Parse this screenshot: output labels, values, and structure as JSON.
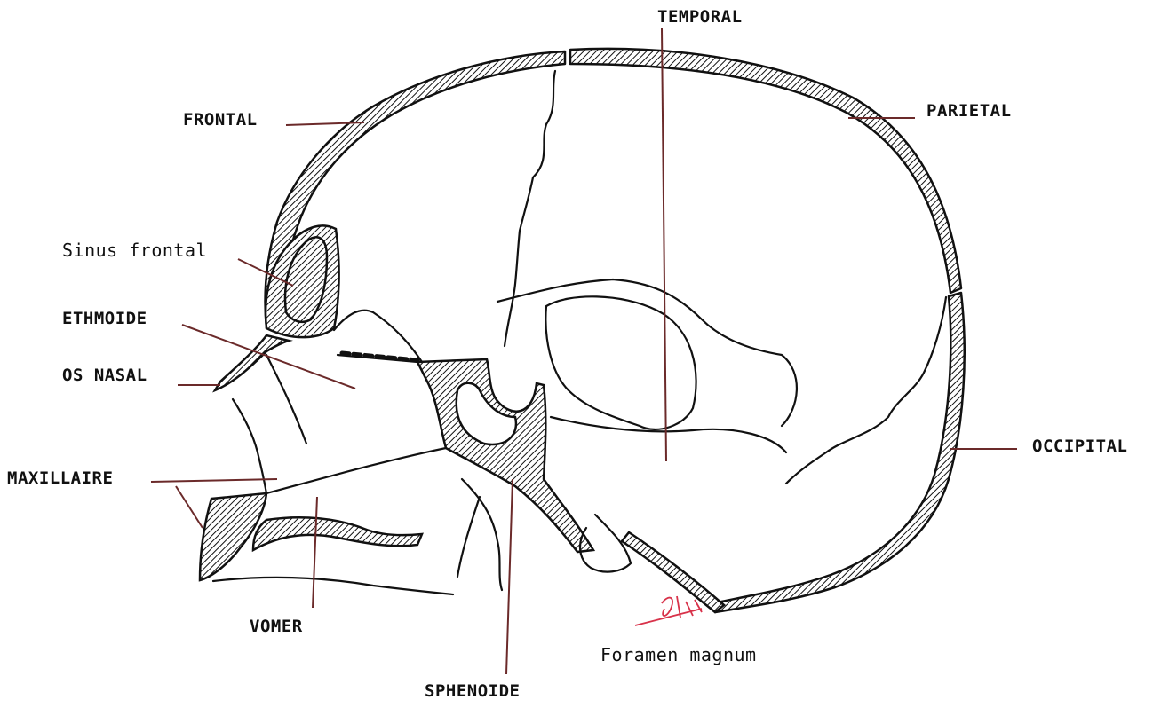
{
  "diagram": {
    "labels": {
      "temporal": "TEMPORAL",
      "parietal": "PARIETAL",
      "frontal": "FRONTAL",
      "sinus_frontal": "Sinus frontal",
      "ethmoide": "ETHMOIDE",
      "os_nasal": "OS NASAL",
      "maxillaire": "MAXILLAIRE",
      "occipital": "OCCIPITAL",
      "vomer": "VOMER",
      "sphenoide": "SPHENOIDE",
      "foramen_magnum": "Foramen magnum"
    },
    "colors": {
      "ink": "#111111",
      "leader": "#6b2a2a",
      "signature": "#d8324a"
    }
  }
}
